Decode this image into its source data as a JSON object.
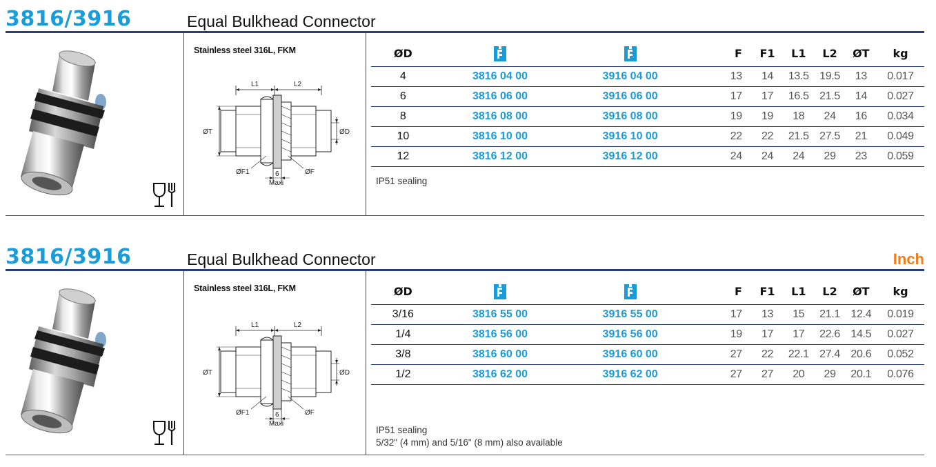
{
  "sections": [
    {
      "code": "3816/3916",
      "title": "Equal Bulkhead Connector",
      "unit_tag": "",
      "material": "Stainless steel 316L, FKM",
      "drawing": {
        "l1": "L1",
        "l2": "L2",
        "ot": "ØT",
        "od": "ØD",
        "f1": "ØF1",
        "f": "ØF",
        "six": "6",
        "maxi": "Maxi"
      },
      "table": {
        "headers": [
          "ØD",
          "",
          "",
          "F",
          "F1",
          "L1",
          "L2",
          "ØT",
          "kg"
        ],
        "rows": [
          [
            "4",
            "3816 04 00",
            "3916 04 00",
            "13",
            "14",
            "13.5",
            "19.5",
            "13",
            "0.017"
          ],
          [
            "6",
            "3816 06 00",
            "3916 06 00",
            "17",
            "17",
            "16.5",
            "21.5",
            "14",
            "0.027"
          ],
          [
            "8",
            "3816 08 00",
            "3916 08 00",
            "19",
            "19",
            "18",
            "24",
            "16",
            "0.034"
          ],
          [
            "10",
            "3816 10 00",
            "3916 10 00",
            "22",
            "22",
            "21.5",
            "27.5",
            "21",
            "0.049"
          ],
          [
            "12",
            "3816 12 00",
            "3916 12 00",
            "24",
            "24",
            "24",
            "29",
            "23",
            "0.059"
          ]
        ]
      },
      "notes": [
        "IP51 sealing"
      ]
    },
    {
      "code": "3816/3916",
      "title": "Equal Bulkhead Connector",
      "unit_tag": "Inch",
      "material": "Stainless steel 316L, FKM",
      "drawing": {
        "l1": "L1",
        "l2": "L2",
        "ot": "ØT",
        "od": "ØD",
        "f1": "ØF1",
        "f": "ØF",
        "six": "6",
        "maxi": "Maxi"
      },
      "table": {
        "headers": [
          "ØD",
          "",
          "",
          "F",
          "F1",
          "L1",
          "L2",
          "ØT",
          "kg"
        ],
        "rows": [
          [
            "3/16",
            "3816 55 00",
            "3916 55 00",
            "17",
            "13",
            "15",
            "21.1",
            "12.4",
            "0.019"
          ],
          [
            "1/4",
            "3816 56 00",
            "3916 56 00",
            "19",
            "17",
            "17",
            "22.6",
            "14.5",
            "0.027"
          ],
          [
            "3/8",
            "3816 60 00",
            "3916 60 00",
            "27",
            "22",
            "22.1",
            "27.4",
            "20.6",
            "0.052"
          ],
          [
            "1/2",
            "3816 62 00",
            "3916 62 00",
            "27",
            "27",
            "20",
            "29",
            "20.1",
            "0.076"
          ]
        ]
      },
      "notes": [
        "IP51 sealing",
        "5/32\" (4 mm) and 5/16\" (8 mm) also available"
      ]
    }
  ],
  "icons": {
    "brand_icon": "push-in-fitting-icon",
    "food_icon": "food-contact-glass-fork-icon"
  },
  "colors": {
    "code_blue": "#1a9cd8",
    "rule_navy": "#2c3e7a",
    "inch_orange": "#f07d1a"
  }
}
